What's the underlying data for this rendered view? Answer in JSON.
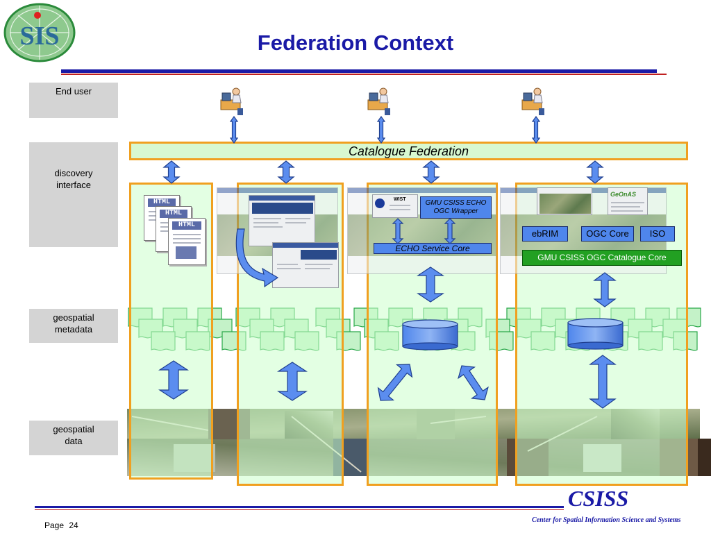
{
  "title": "Federation Context",
  "logo": {
    "text": "SIS"
  },
  "row_labels": {
    "end_user": "End user",
    "discovery_line1": "discovery",
    "discovery_line2": "interface",
    "metadata_line1": "geospatial",
    "metadata_line2": "metadata",
    "data_line1": "geospatial",
    "data_line2": "data"
  },
  "federation": {
    "label": "Catalogue Federation"
  },
  "column1": {
    "html_labels": [
      "HTML",
      "HTML",
      "HTML"
    ]
  },
  "column3": {
    "wrapper_line1": "GMU CSISS ECHO",
    "wrapper_line2": "OGC Wrapper",
    "service_core": "ECHO Service Core",
    "shot_label": "WIST"
  },
  "column4": {
    "profiles": [
      "ebRIM",
      "OGC Core",
      "ISO"
    ],
    "core": "GMU CSISS OGC Catalogue Core",
    "shot_label": "GeOnAS"
  },
  "footer": {
    "brand": "CSISS",
    "tagline": "Center for Spatial Information Science and Systems",
    "page_label": "Page",
    "page_number": "24"
  },
  "colors": {
    "title": "#1a1aa6",
    "frame_orange": "#f0a020",
    "column_fill": "#ccffcc",
    "arrow_blue": "#5b8def",
    "tag_blue": "#4f86ec",
    "tag_green": "#22a022",
    "rule_blue": "#1a1aa6",
    "rule_red": "#c02020"
  }
}
